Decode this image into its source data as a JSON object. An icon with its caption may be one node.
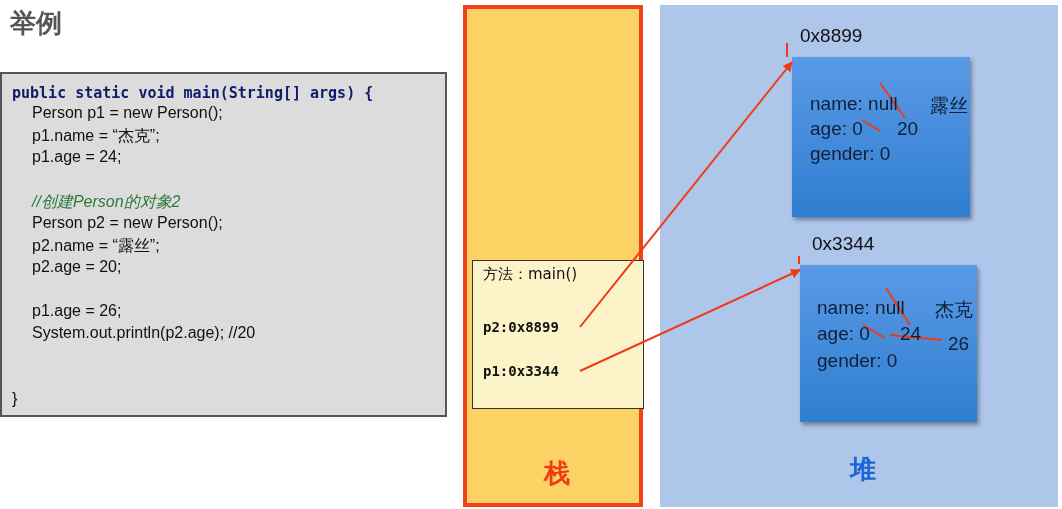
{
  "diagram": {
    "title": "举例",
    "nodes": [
      {
        "text": [
          "public static void main(String[] args) {",
          "Person p1 = new Person();",
          "p1.name = “杰克”;",
          "p1.age = 24;",
          "//创建Person的对象2",
          "Person p2 = new Person();",
          "p2.name = “露丝”;",
          "p2.age = 20;",
          "p1.age = 26;",
          "System.out.println(p2.age);  //20",
          "}"
        ]
      },
      {
        "text": [
          "栈"
        ]
      },
      {
        "text": [
          "方法：main()"
        ],
        "in": 1
      },
      {
        "text": [
          "p2:0x8899"
        ],
        "in": 2
      },
      {
        "text": [
          "p1:0x3344"
        ],
        "in": 2
      },
      {
        "text": [
          "堆"
        ]
      },
      {
        "text": [
          "name: null",
          "露丝",
          "age: 0",
          "20",
          "gender: 0"
        ],
        "beside": [
          "0x8899"
        ],
        "in": 5
      },
      {
        "text": [
          "name: null",
          "杰克",
          "age: 0",
          "24",
          "26",
          "gender: 0"
        ],
        "beside": [
          "0x3344"
        ],
        "in": 5
      }
    ],
    "edges": [
      {
        "from": 3,
        "to": 6,
        "arrow": "to",
        "color": "#f03a17"
      },
      {
        "from": 4,
        "to": 7,
        "arrow": "to",
        "color": "#f03a17"
      }
    ]
  }
}
